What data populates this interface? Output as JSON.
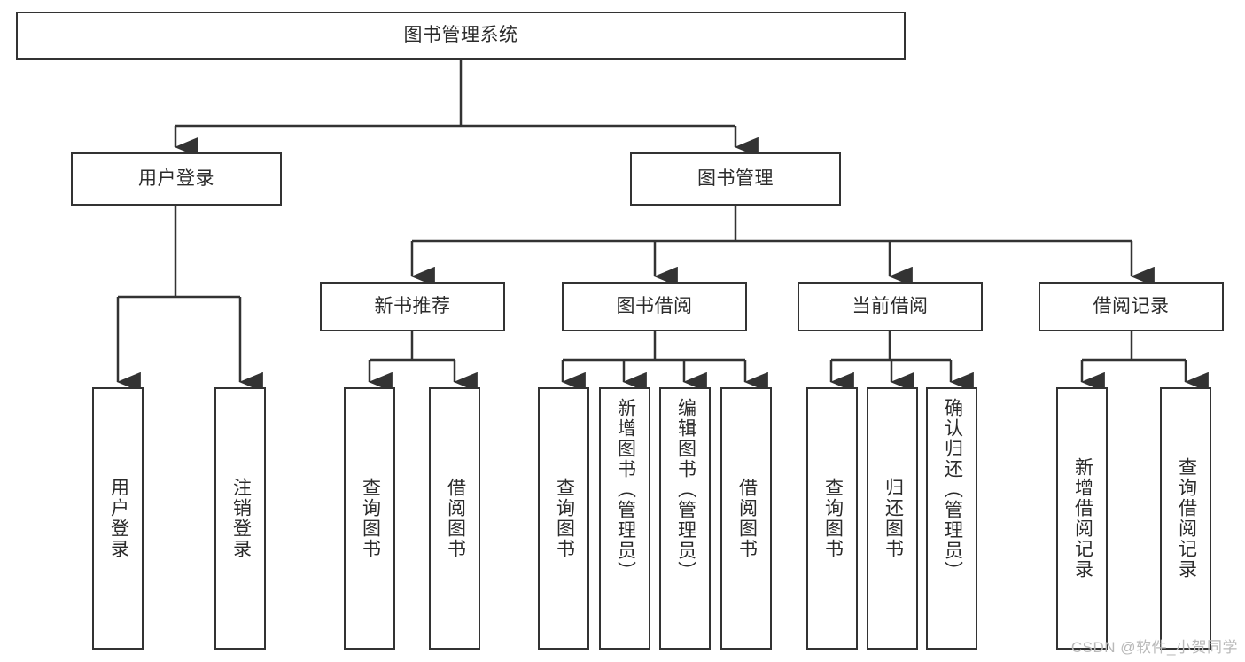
{
  "diagram": {
    "title": "图书管理系统",
    "type": "tree-hierarchy-chart",
    "colors": {
      "box_border": "#333333",
      "box_fill": "#ffffff",
      "connector": "#333333",
      "text": "#2b2b2b",
      "watermark": "#b9b9b9"
    },
    "root": {
      "label": "图书管理系统"
    },
    "level2": [
      {
        "label": "用户登录"
      },
      {
        "label": "图书管理"
      }
    ],
    "level3": [
      {
        "label": "新书推荐"
      },
      {
        "label": "图书借阅"
      },
      {
        "label": "当前借阅"
      },
      {
        "label": "借阅记录"
      }
    ],
    "leaves": {
      "user_login": [
        {
          "label": "用户登录"
        },
        {
          "label": "注销登录"
        }
      ],
      "new_book_recommend": [
        {
          "label": "查询图书"
        },
        {
          "label": "借阅图书"
        }
      ],
      "book_borrow": [
        {
          "label": "查询图书"
        },
        {
          "label": "新增图书（管理员）"
        },
        {
          "label": "编辑图书（管理员）"
        },
        {
          "label": "借阅图书"
        }
      ],
      "current_borrow": [
        {
          "label": "查询图书"
        },
        {
          "label": "归还图书"
        },
        {
          "label": "确认归还（管理员）"
        }
      ],
      "borrow_records": [
        {
          "label": "新增借阅记录"
        },
        {
          "label": "查询借阅记录"
        }
      ]
    }
  },
  "watermark": {
    "text": "CSDN @软件_小贺同学"
  }
}
